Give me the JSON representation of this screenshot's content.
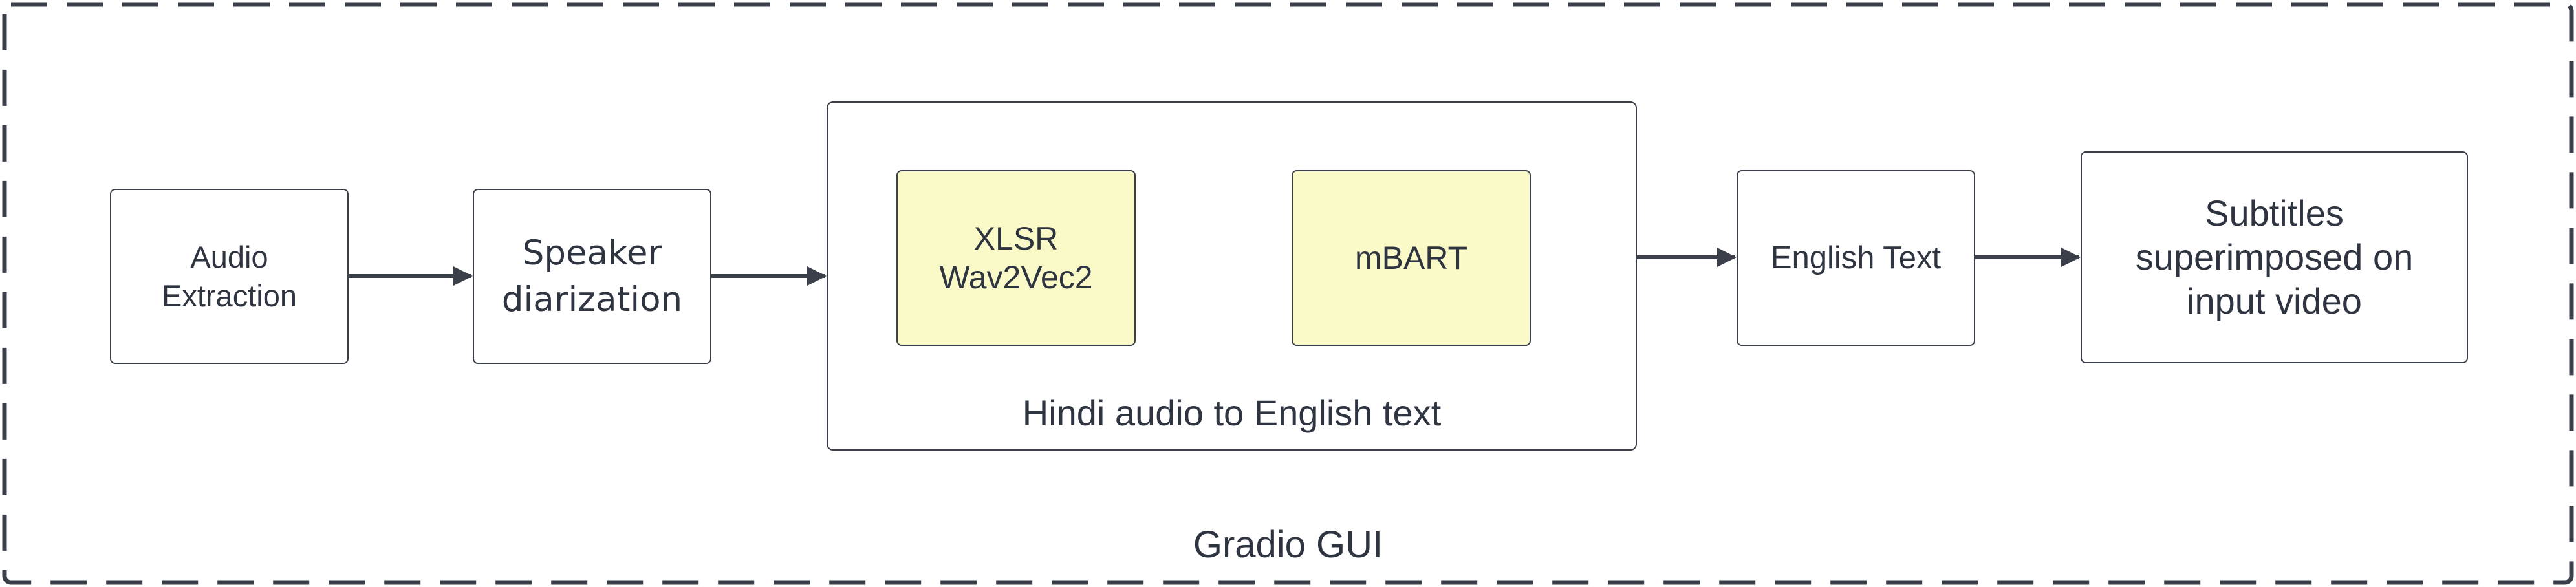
{
  "diagram": {
    "container_label": "Gradio GUI",
    "group_label": "Hindi audio to English text",
    "nodes": {
      "audio_extraction": "Audio\nExtraction",
      "speaker_diarization": "Speaker\ndiarization",
      "xlsr_wav2vec2": "XLSR\nWav2Vec2",
      "mbart": "mBART",
      "english_text": "English Text",
      "subtitles": "Subtitles\nsuperimposed on\ninput video"
    },
    "colors": {
      "stroke": "#3a3f4a",
      "text": "#2e3440",
      "highlight_fill": "#fafac8",
      "background": "#ffffff"
    }
  }
}
